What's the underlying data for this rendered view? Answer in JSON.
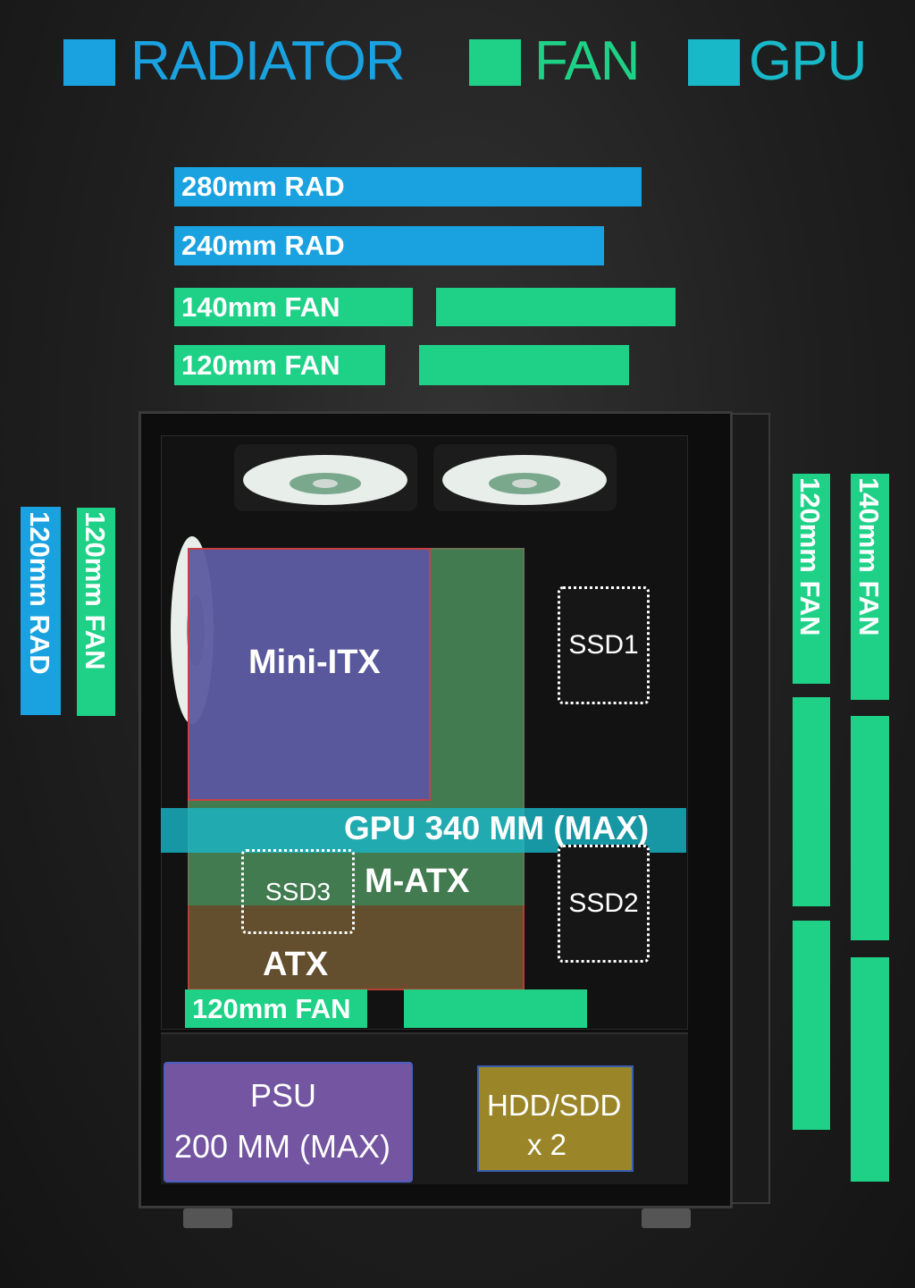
{
  "legend": {
    "radiator": {
      "label": "RADIATOR",
      "color": "#1aa2e0"
    },
    "fan": {
      "label": "FAN",
      "color": "#1ed187"
    },
    "gpu": {
      "label": "GPU",
      "color": "#19b8c8"
    }
  },
  "top_bars": {
    "rad280": "280mm RAD",
    "rad240": "240mm RAD",
    "fan140": "140mm FAN",
    "fan120": "120mm FAN"
  },
  "front": {
    "rad120": "120mm RAD",
    "fan120": "120mm FAN"
  },
  "rear": {
    "fan120": "120mm FAN",
    "fan140": "140mm FAN"
  },
  "bottom": {
    "fan120": "120mm FAN"
  },
  "motherboard": {
    "mini_itx": "Mini-ITX",
    "m_atx": "M-ATX",
    "atx": "ATX"
  },
  "gpu": {
    "label": "GPU 340 MM (MAX)"
  },
  "drives": {
    "ssd1": "SSD1",
    "ssd2": "SSD2",
    "ssd3": "SSD3"
  },
  "psu": {
    "line1": "PSU",
    "line2": "200 MM (MAX)"
  },
  "hdd": {
    "line1": "HDD/SDD",
    "line2": "x 2"
  }
}
